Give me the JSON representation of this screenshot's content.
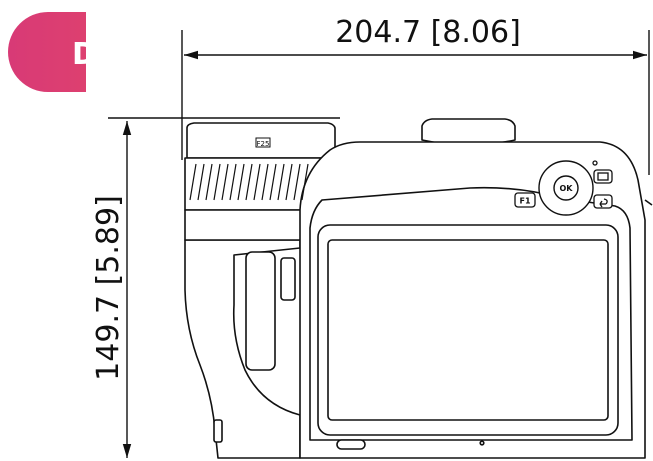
{
  "header": {
    "tab_letter": "D",
    "tab_gradient": [
      "#d83a76",
      "#ef5a4a"
    ]
  },
  "dimensions": {
    "width_label": "204.7 [8.06]",
    "height_label": "149.7 [5.89]"
  },
  "camera": {
    "lens_marking": "F25",
    "buttons": {
      "ok": "OK",
      "f1": "F1"
    }
  },
  "colors": {
    "line": "#111111",
    "background": "#ffffff"
  }
}
